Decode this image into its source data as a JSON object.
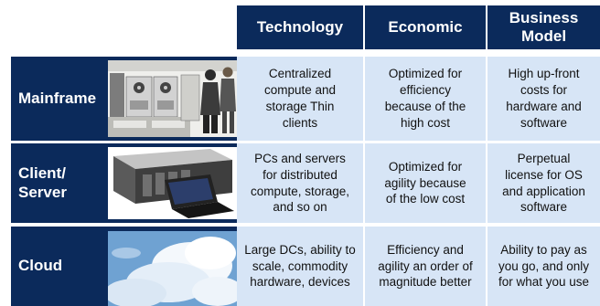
{
  "columns": [
    "Technology",
    "Economic",
    "Business Model"
  ],
  "rows": [
    {
      "label": "Mainframe",
      "image": "mainframe-photo",
      "cells": [
        "Centralized compute and storage Thin clients",
        "Optimized for efficiency because of the high cost",
        "High up-front costs for hardware and software"
      ]
    },
    {
      "label": "Client/ Server",
      "image": "server-laptop-photo",
      "cells": [
        "PCs and servers for distributed compute, storage, and so on",
        "Optimized for agility because of the low cost",
        "Perpetual license for OS and application software"
      ]
    },
    {
      "label": "Cloud",
      "image": "cloud-sky-photo",
      "cells": [
        "Large DCs, ability to scale, commodity hardware, devices",
        "Efficiency and agility an order of magnitude better",
        "Ability to pay as you go, and only for what you use"
      ]
    }
  ],
  "colors": {
    "header": "#0b2a5b",
    "cell": "#d7e5f6",
    "text_on_dark": "#ffffff"
  }
}
